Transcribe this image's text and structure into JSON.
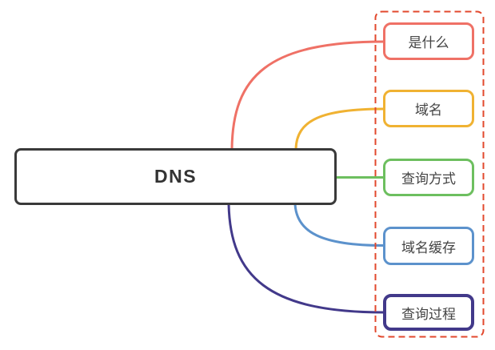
{
  "diagram": {
    "type": "mindmap",
    "background_color": "#ffffff",
    "root_node": {
      "label": "DNS",
      "border_color": "#3a3a3a",
      "fill_color": "#ffffff",
      "text_color": "#333333"
    },
    "branch_nodes": [
      {
        "label": "是什么",
        "color": "#ef7166"
      },
      {
        "label": "域名",
        "color": "#f0b232"
      },
      {
        "label": "查询方式",
        "color": "#6dbf5f"
      },
      {
        "label": "域名缓存",
        "color": "#5c92cc"
      },
      {
        "label": "查询过程",
        "color": "#42398a"
      }
    ],
    "branch_text_color": "#444444",
    "selection_box": {
      "border_color": "#e2482d",
      "border_style": "dashed"
    }
  }
}
